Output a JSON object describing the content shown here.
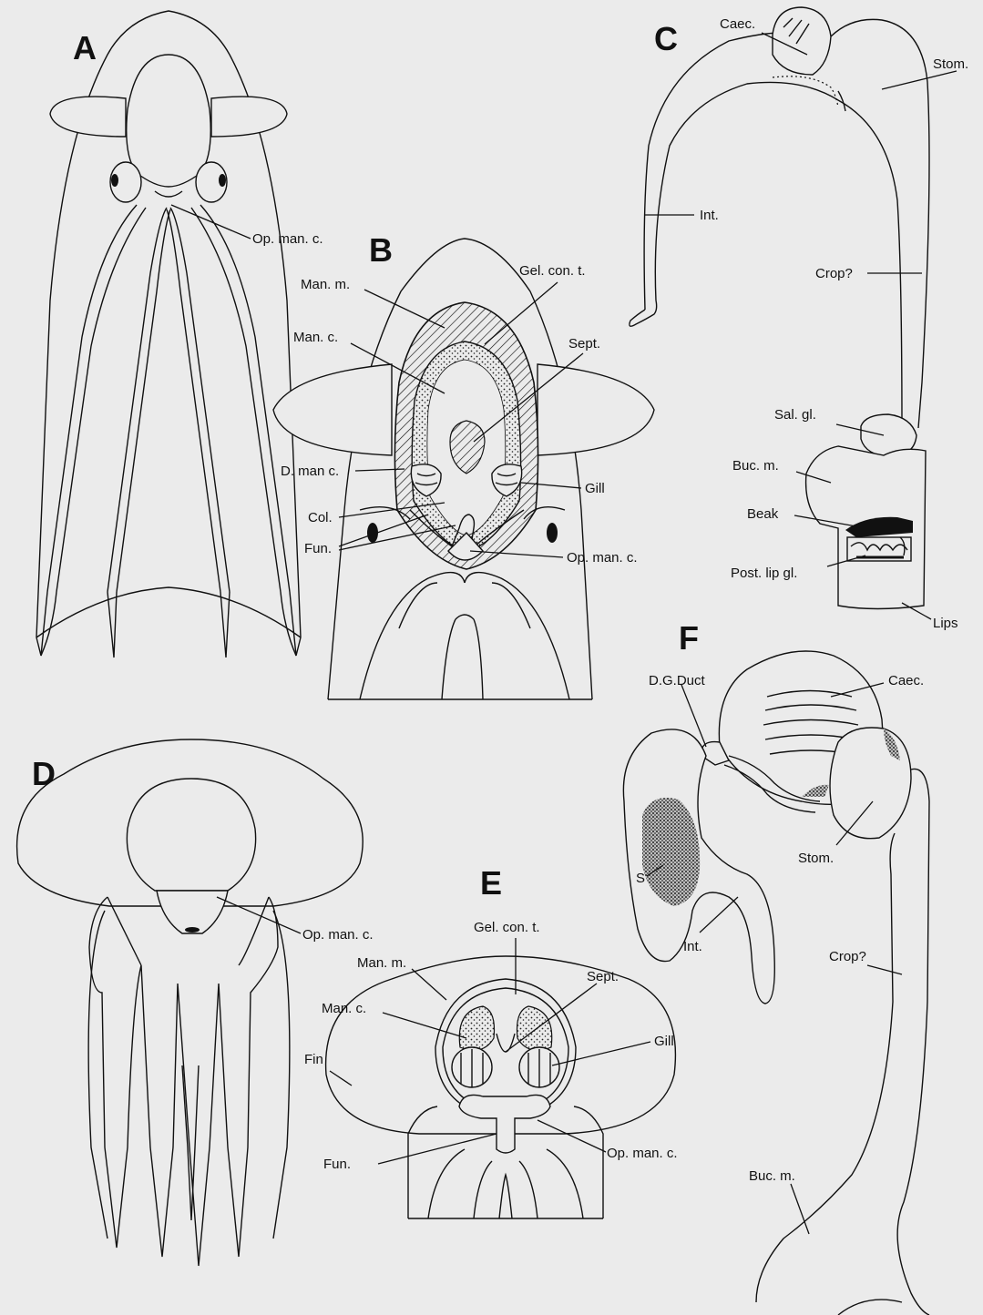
{
  "figure": {
    "panels": {
      "A": {
        "letter": "A",
        "labels": {
          "op_man_c": "Op. man. c."
        }
      },
      "B": {
        "letter": "B",
        "labels": {
          "man_m": "Man. m.",
          "gel_con_t": "Gel. con. t.",
          "man_c": "Man. c.",
          "sept": "Sept.",
          "d_man_c": "D. man c.",
          "gill": "Gill",
          "col": "Col.",
          "fun": "Fun.",
          "op_man_c": "Op. man. c."
        }
      },
      "C": {
        "letter": "C",
        "labels": {
          "caec": "Caec.",
          "stom": "Stom.",
          "int": "Int.",
          "crop": "Crop?",
          "sal_gl": "Sal. gl.",
          "buc_m": "Buc. m.",
          "beak": "Beak",
          "post_lip_gl": "Post. lip gl.",
          "lips": "Lips"
        }
      },
      "D": {
        "letter": "D",
        "labels": {
          "op_man_c": "Op. man. c."
        }
      },
      "E": {
        "letter": "E",
        "labels": {
          "gel_con_t": "Gel. con. t.",
          "man_m": "Man. m.",
          "sept": "Sept.",
          "man_c": "Man. c.",
          "gill": "Gill",
          "fin": "Fin",
          "fun": "Fun.",
          "op_man_c": "Op. man. c."
        }
      },
      "F": {
        "letter": "F",
        "labels": {
          "dg_duct": "D.G.Duct",
          "caec": "Caec.",
          "stom": "Stom.",
          "s": "S",
          "int": "Int.",
          "crop": "Crop?",
          "buc_m": "Buc. m."
        }
      }
    },
    "colors": {
      "background": "#ebebeb",
      "ink": "#111111"
    }
  }
}
